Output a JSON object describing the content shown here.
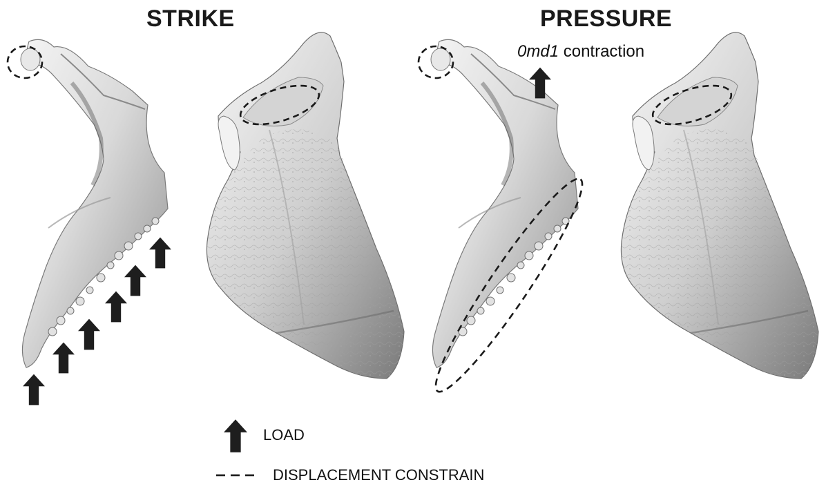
{
  "titles": {
    "strike": "STRIKE",
    "pressure": "PRESSURE"
  },
  "annotation": {
    "muscle": "0md1",
    "action": "contraction"
  },
  "legend": {
    "load_label": "LOAD",
    "constraint_label": "DISPLACEMENT CONSTRAIN"
  },
  "colors": {
    "bone_light": "#eeeeee",
    "bone_mid": "#bdbdbd",
    "bone_dark": "#6f6f6f",
    "arrow": "#1e1e1e"
  },
  "icons": [
    "load-arrow-icon",
    "displacement-constraint-icon"
  ]
}
